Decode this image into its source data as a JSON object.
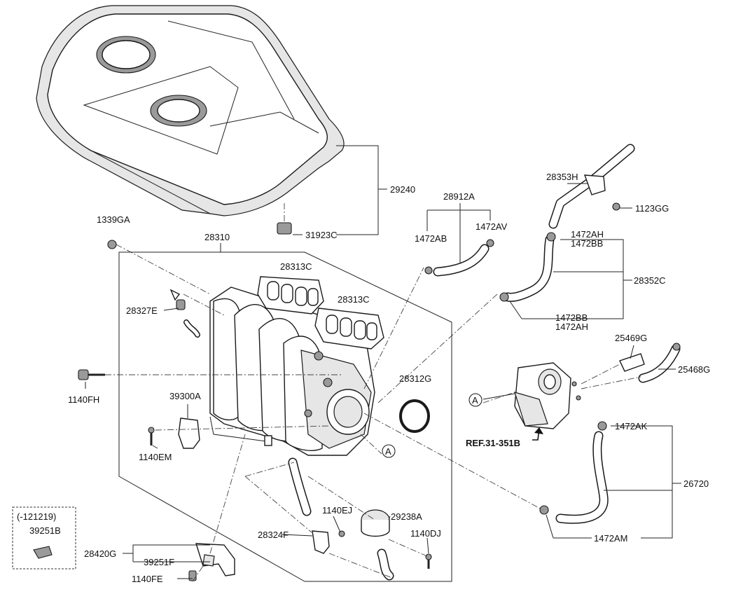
{
  "parts": {
    "p29240": "29240",
    "p31923C": "31923C",
    "p1339GA": "1339GA",
    "p28310": "28310",
    "p28313C_a": "28313C",
    "p28313C_b": "28313C",
    "p28327E": "28327E",
    "p1140FH": "1140FH",
    "p39300A": "39300A",
    "p1140EM": "1140EM",
    "p28312G": "28312G",
    "p28912A": "28912A",
    "p1472AB": "1472AB",
    "p1472AV": "1472AV",
    "p28353H": "28353H",
    "p1123GG": "1123GG",
    "p1472AH_a": "1472AH",
    "p1472BB_a": "1472BB",
    "p28352C": "28352C",
    "p1472BB_b": "1472BB",
    "p1472AH_b": "1472AH",
    "p25469G": "25469G",
    "p25468G": "25468G",
    "p1472AK": "1472AK",
    "p26720": "26720",
    "p1472AM": "1472AM",
    "p1140EJ": "1140EJ",
    "p29238A": "29238A",
    "p28324F": "28324F",
    "p1140DJ": "1140DJ",
    "p28420G": "28420G",
    "p39251F": "39251F",
    "p1140FE": "1140FE",
    "p39251B": "39251B"
  },
  "variant_note": "(-121219)",
  "ref_label": "REF.31-351B",
  "callout_a1": "A",
  "callout_a2": "A"
}
